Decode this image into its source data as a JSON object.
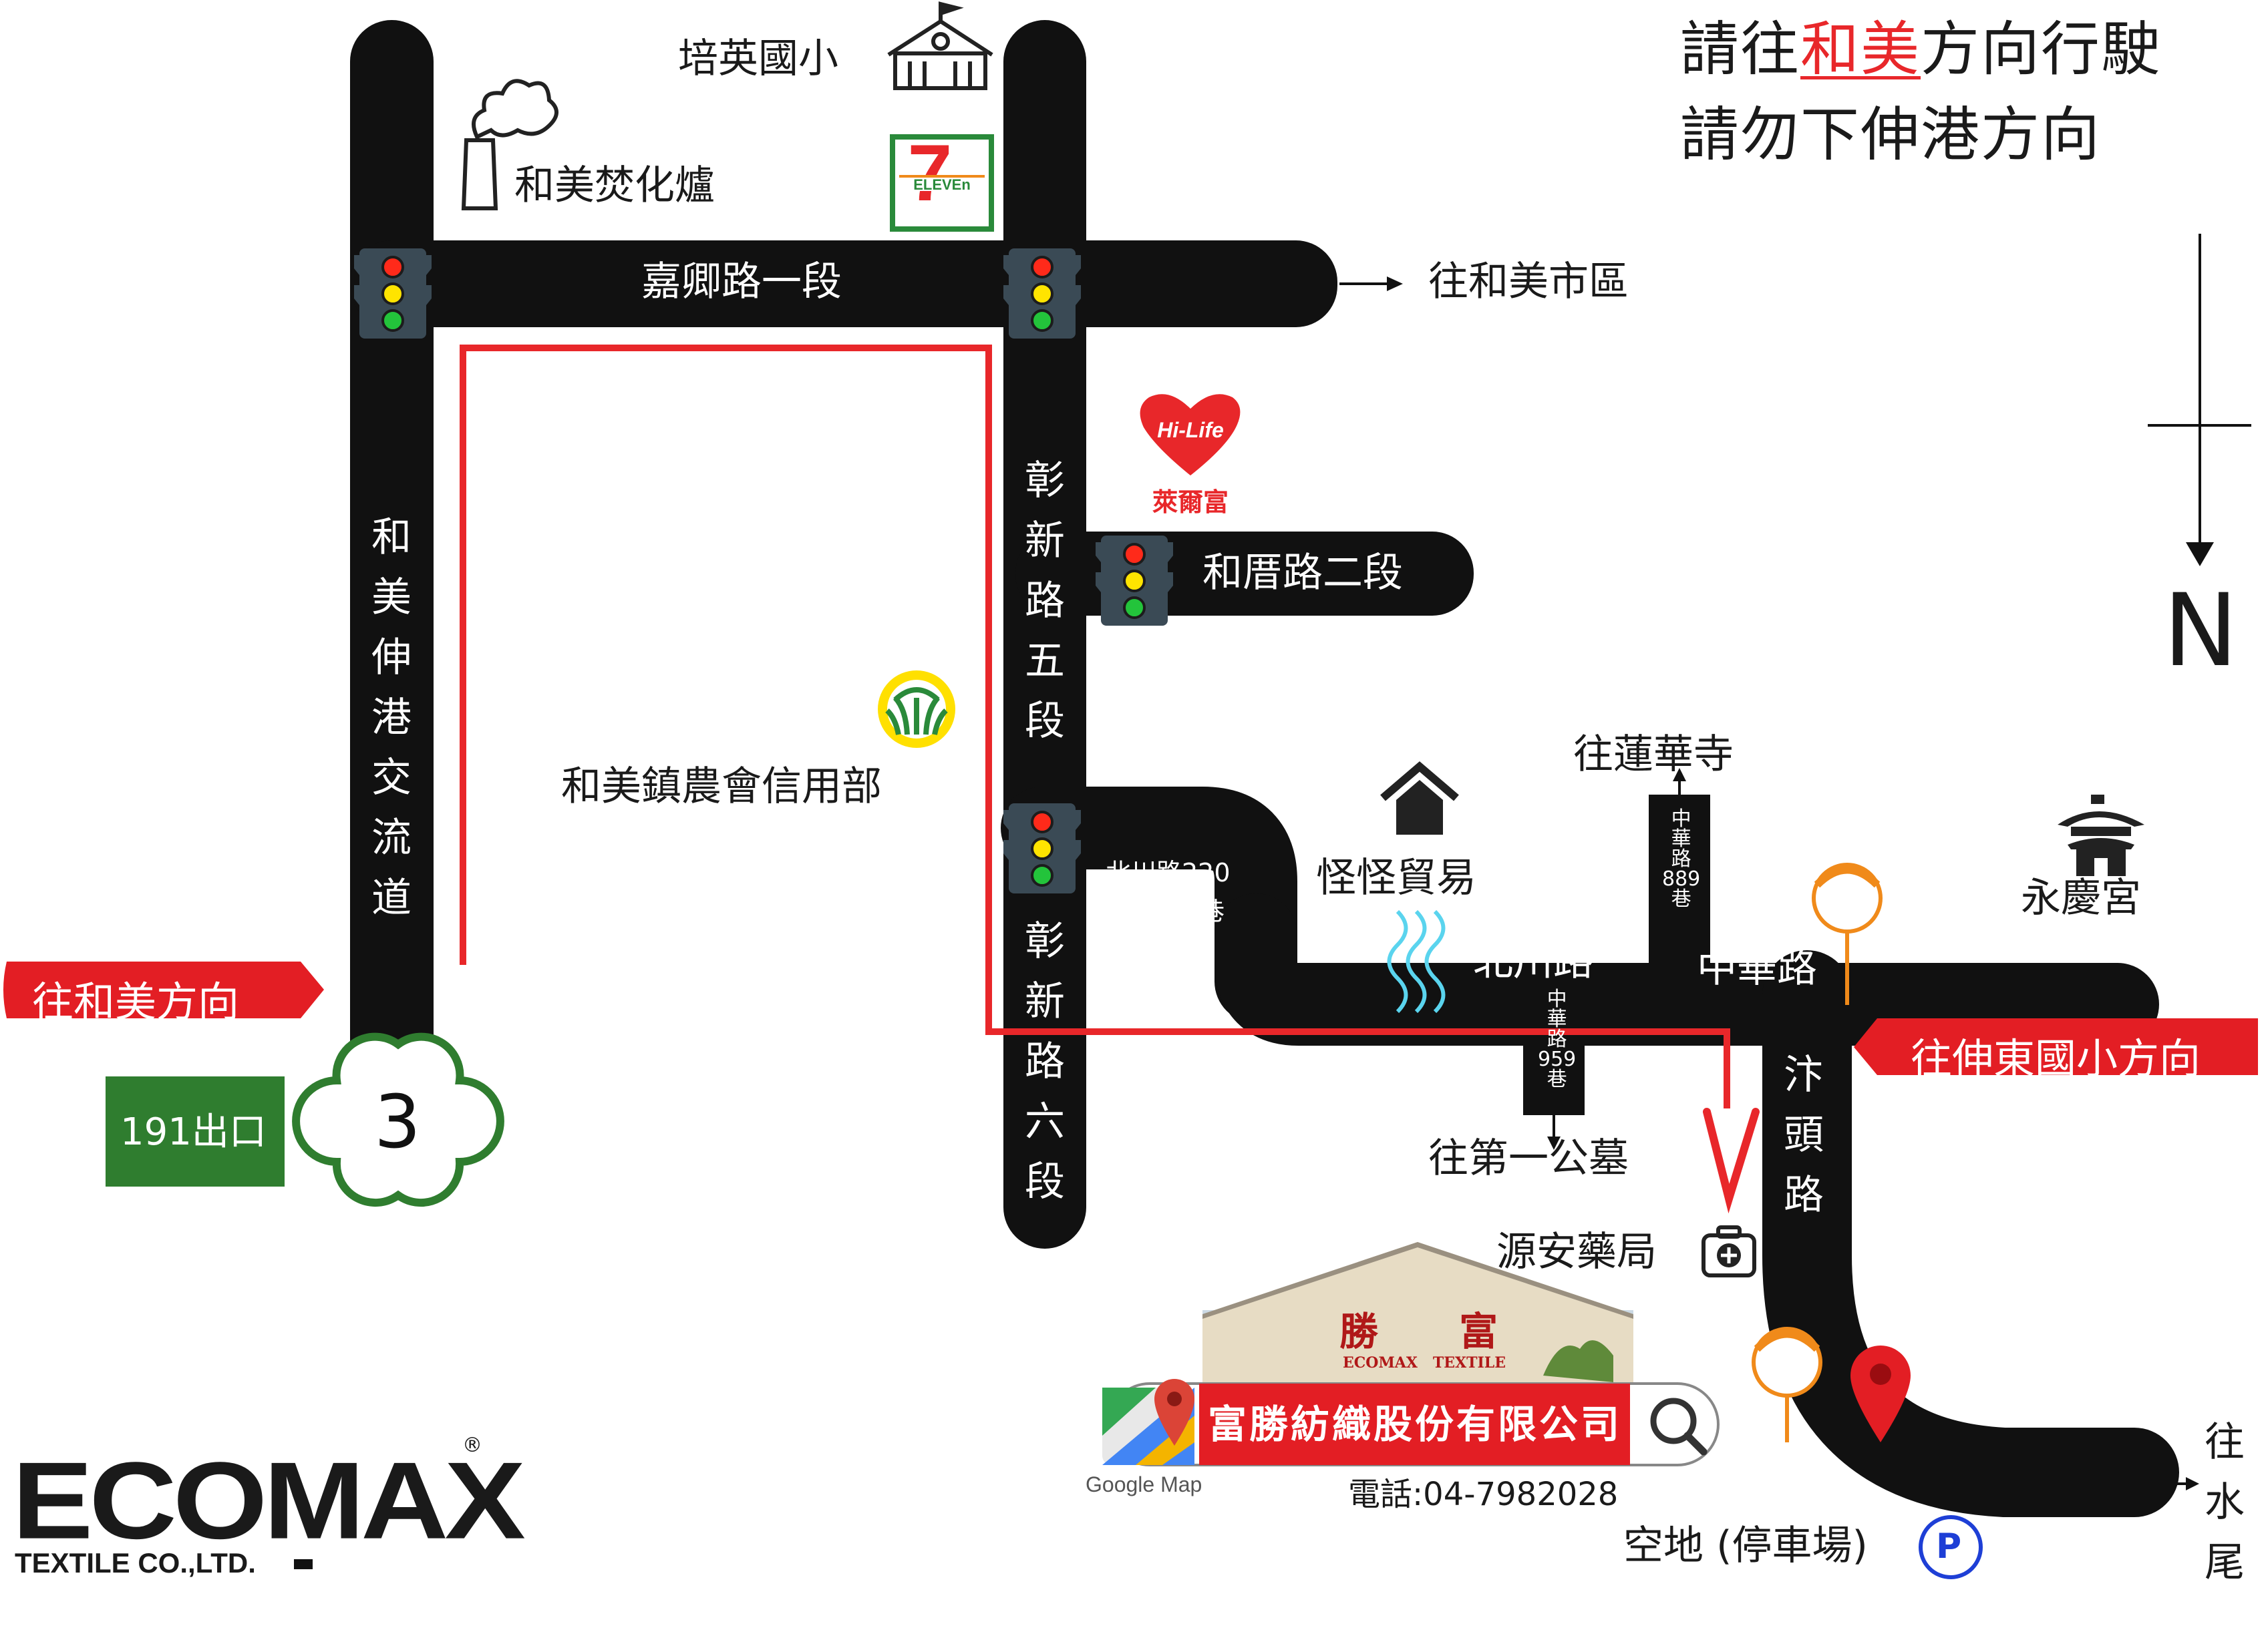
{
  "notice": {
    "line1_pre": "請往",
    "line1_highlight": "和美",
    "line1_post": "方向行駛",
    "line2": "請勿下伸港方向"
  },
  "compass": {
    "north_label": "N"
  },
  "roads": {
    "jiaqing_rd": "嘉卿路一段",
    "hecuo_rd": "和厝路二段",
    "beichuan_rd": "北川路",
    "zhonghua_rd": "中華路",
    "beichuan_lane": {
      "line1": "北川路220",
      "line2": "巷"
    },
    "zhonghua_889": [
      "中",
      "華",
      "路",
      "889",
      "巷"
    ],
    "zhonghua_959": [
      "中",
      "華",
      "路",
      "959",
      "巷"
    ],
    "hemei_shengang": [
      "和",
      "美",
      "伸",
      "港",
      "交",
      "流",
      "道"
    ],
    "zhangxin_5": [
      "彰",
      "新",
      "路",
      "五",
      "段"
    ],
    "zhangxin_6": [
      "彰",
      "新",
      "路",
      "六",
      "段"
    ],
    "bantou": [
      "汴",
      "頭",
      "路"
    ]
  },
  "places": {
    "school": "培英國小",
    "incinerator": "和美焚化爐",
    "to_hemei_city": "往和美市區",
    "farmers_bank": "和美鎮農會信用部",
    "guaiguai": "怪怪貿易",
    "to_lianhua": "往蓮華寺",
    "yongqing": "永慶宮",
    "to_cemetery": "往第一公墓",
    "pharmacy": "源安藥局",
    "parking": "空地 (停車場)",
    "parking_letter": "P",
    "to_shuiwei": [
      "往",
      "水",
      "尾"
    ]
  },
  "brands": {
    "seven_eleven": {
      "number": "7",
      "text": "ELEVEn"
    },
    "hilife": {
      "text": "Hi-Life",
      "name": "萊爾富"
    }
  },
  "tags": {
    "to_hemei": "往和美方向",
    "to_shendong": "往伸東國小方向"
  },
  "exit": {
    "label": "191出口",
    "route_number": "3"
  },
  "company": {
    "search_name": "富勝紡織股份有限公司",
    "phone": "電話:04-7982028",
    "google_map": "Google Map",
    "building_sign_cn": "勝      富",
    "building_sign_en": "ECOMAX   TEXTILE"
  },
  "logo": {
    "name": "ECOMAX",
    "reg": "®",
    "sub": "TEXTILE CO.,LTD."
  },
  "colors": {
    "road": "#111111",
    "route": "#e8272a",
    "exit_green": "#2f7d2f",
    "parking_blue": "#1e3fd6",
    "signal_body": "#3a4a55"
  }
}
